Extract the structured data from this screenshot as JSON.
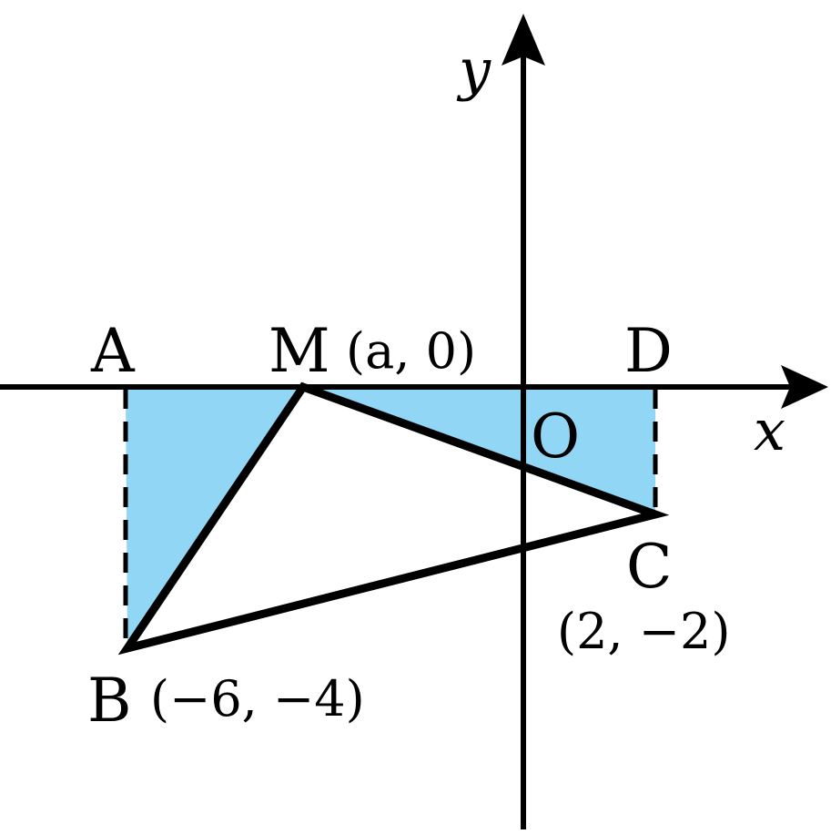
{
  "colors": {
    "region_fill": "#92d6f5",
    "stroke": "#000000",
    "background": "#ffffff"
  },
  "axes": {
    "x_label": "x",
    "y_label": "y",
    "origin_label": "O"
  },
  "points": {
    "A": {
      "name": "A",
      "x": -6,
      "y": 0
    },
    "M": {
      "name": "M",
      "coord": "(a, 0)"
    },
    "D": {
      "name": "D",
      "x": 2,
      "y": 0
    },
    "B": {
      "name": "B",
      "coord": "(−6, −4)",
      "x": -6,
      "y": -4
    },
    "C": {
      "name": "C",
      "coord": "(2, −2)",
      "x": 2,
      "y": -2
    }
  }
}
